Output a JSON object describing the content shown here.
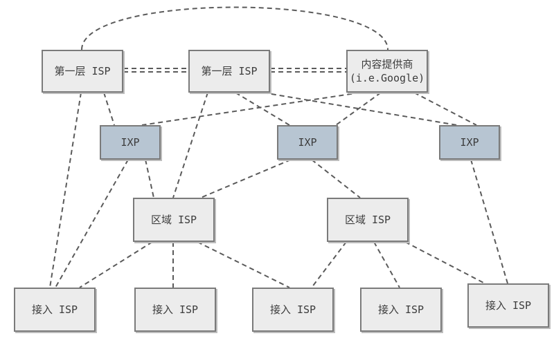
{
  "colors": {
    "isp_fill": "#ececec",
    "ixp_fill": "#b7c5d2",
    "border": "#7a7a7a",
    "link": "#5a5a5a"
  },
  "nodes": {
    "tier1_left": "第一层 ISP",
    "tier1_middle": "第一层 ISP",
    "content_provider": {
      "line1": "内容提供商",
      "line2": "(i.e.Google)"
    },
    "ixp_left": "IXP",
    "ixp_middle": "IXP",
    "ixp_right": "IXP",
    "regional_left": "区域 ISP",
    "regional_right": "区域 ISP",
    "access_1": "接入 ISP",
    "access_2": "接入 ISP",
    "access_3": "接入 ISP",
    "access_4": "接入 ISP",
    "access_5": "接入 ISP"
  }
}
